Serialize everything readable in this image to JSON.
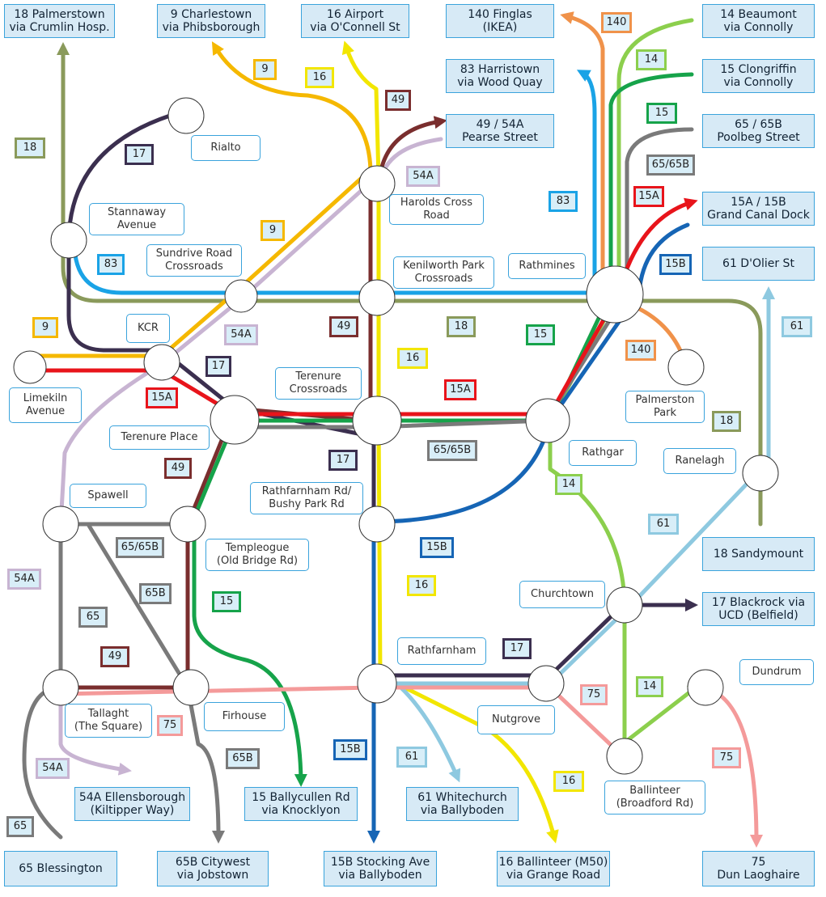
{
  "destinations": [
    {
      "id": "d18",
      "l1": "18 Palmerstown",
      "l2": "via Crumlin Hosp."
    },
    {
      "id": "d9",
      "l1": "9 Charlestown",
      "l2": "via Phibsborough"
    },
    {
      "id": "d16a",
      "l1": "16 Airport",
      "l2": "via O'Connell St"
    },
    {
      "id": "d140",
      "l1": "140 Finglas",
      "l2": "(IKEA)"
    },
    {
      "id": "d14",
      "l1": "14 Beaumont",
      "l2": "via Connolly"
    },
    {
      "id": "d83",
      "l1": "83 Harristown",
      "l2": "via Wood Quay"
    },
    {
      "id": "d15c",
      "l1": "15 Clongriffin",
      "l2": "via Connolly"
    },
    {
      "id": "d4954",
      "l1": "49 / 54A",
      "l2": "Pearse Street"
    },
    {
      "id": "d65p",
      "l1": "65 / 65B",
      "l2": "Poolbeg Street"
    },
    {
      "id": "d15a",
      "l1": "15A / 15B",
      "l2": "Grand Canal Dock"
    },
    {
      "id": "d61",
      "l1": "61 D'Olier St",
      "l2": ""
    },
    {
      "id": "d18s",
      "l1": "18 Sandymount",
      "l2": ""
    },
    {
      "id": "d17b",
      "l1": "17 Blackrock via",
      "l2": "UCD (Belfield)"
    },
    {
      "id": "d54e",
      "l1": "54A Ellensborough",
      "l2": "(Kiltipper Way)"
    },
    {
      "id": "d15b",
      "l1": "15 Ballycullen Rd",
      "l2": "via Knocklyon"
    },
    {
      "id": "d61w",
      "l1": "61 Whitechurch",
      "l2": "via Ballyboden"
    },
    {
      "id": "d65",
      "l1": "65 Blessington",
      "l2": ""
    },
    {
      "id": "d65b",
      "l1": "65B Citywest",
      "l2": "via Jobstown"
    },
    {
      "id": "d15bs",
      "l1": "15B Stocking Ave",
      "l2": "via Ballyboden"
    },
    {
      "id": "d16b",
      "l1": "16 Ballinteer (M50)",
      "l2": "via Grange Road"
    },
    {
      "id": "d75",
      "l1": "75",
      "l2": "Dun Laoghaire"
    }
  ],
  "places": [
    {
      "id": "rialto",
      "l1": "Rialto",
      "l2": ""
    },
    {
      "id": "stannaway",
      "l1": "Stannaway",
      "l2": "Avenue"
    },
    {
      "id": "harolds",
      "l1": "Harolds Cross",
      "l2": "Road"
    },
    {
      "id": "sundrive",
      "l1": "Sundrive Road",
      "l2": "Crossroads"
    },
    {
      "id": "kenilworth",
      "l1": "Kenilworth Park",
      "l2": "Crossroads"
    },
    {
      "id": "rathmines",
      "l1": "Rathmines",
      "l2": ""
    },
    {
      "id": "kcr",
      "l1": "KCR",
      "l2": ""
    },
    {
      "id": "limekiln",
      "l1": "Limekiln",
      "l2": "Avenue"
    },
    {
      "id": "terenurex",
      "l1": "Terenure",
      "l2": "Crossroads"
    },
    {
      "id": "terenurep",
      "l1": "Terenure Place",
      "l2": ""
    },
    {
      "id": "palmerston",
      "l1": "Palmerston",
      "l2": "Park"
    },
    {
      "id": "rathgar",
      "l1": "Rathgar",
      "l2": ""
    },
    {
      "id": "ranelagh",
      "l1": "Ranelagh",
      "l2": ""
    },
    {
      "id": "spawell",
      "l1": "Spawell",
      "l2": ""
    },
    {
      "id": "rathfarnhamrd",
      "l1": "Rathfarnham Rd/",
      "l2": "Bushy Park Rd"
    },
    {
      "id": "templeogue",
      "l1": "Templeogue",
      "l2": "(Old Bridge Rd)"
    },
    {
      "id": "churchtown",
      "l1": "Churchtown",
      "l2": ""
    },
    {
      "id": "rathfarnham",
      "l1": "Rathfarnham",
      "l2": ""
    },
    {
      "id": "dundrum",
      "l1": "Dundrum",
      "l2": ""
    },
    {
      "id": "tallaght",
      "l1": "Tallaght",
      "l2": "(The Square)"
    },
    {
      "id": "firhouse",
      "l1": "Firhouse",
      "l2": ""
    },
    {
      "id": "nutgrove",
      "l1": "Nutgrove",
      "l2": ""
    },
    {
      "id": "ballinteer",
      "l1": "Ballinteer",
      "l2": "(Broadford Rd)"
    }
  ],
  "route_tags": [
    {
      "id": "t18a",
      "label": "18",
      "color": "#8a9a5b"
    },
    {
      "id": "t9a",
      "label": "9",
      "color": "#f5b800"
    },
    {
      "id": "t16a",
      "label": "16",
      "color": "#f2e600"
    },
    {
      "id": "t140a",
      "label": "140",
      "color": "#f0924a"
    },
    {
      "id": "t14a",
      "label": "14",
      "color": "#8ccf4d"
    },
    {
      "id": "t49a",
      "label": "49",
      "color": "#7a2e2e"
    },
    {
      "id": "t15a",
      "label": "15",
      "color": "#16a34a"
    },
    {
      "id": "t17a",
      "label": "17",
      "color": "#3b2f4f"
    },
    {
      "id": "t54aa",
      "label": "54A",
      "color": "#c8b4d2"
    },
    {
      "id": "t6565a",
      "label": "65/65B",
      "color": "#7a7a7a"
    },
    {
      "id": "t83",
      "label": "83",
      "color": "#1aa3e6"
    },
    {
      "id": "t15Aa",
      "label": "15A",
      "color": "#e8141b"
    },
    {
      "id": "t9b",
      "label": "9",
      "color": "#f5b800"
    },
    {
      "id": "t83b",
      "label": "83",
      "color": "#1aa3e6"
    },
    {
      "id": "t15Ba",
      "label": "15B",
      "color": "#1665b5"
    },
    {
      "id": "t9c",
      "label": "9",
      "color": "#f5b800"
    },
    {
      "id": "t54ab",
      "label": "54A",
      "color": "#c8b4d2"
    },
    {
      "id": "t49b",
      "label": "49",
      "color": "#7a2e2e"
    },
    {
      "id": "t18b",
      "label": "18",
      "color": "#8a9a5b"
    },
    {
      "id": "t15b",
      "label": "15",
      "color": "#16a34a"
    },
    {
      "id": "t140b",
      "label": "140",
      "color": "#f0924a"
    },
    {
      "id": "t61a",
      "label": "61",
      "color": "#8ec9e0"
    },
    {
      "id": "t16b",
      "label": "16",
      "color": "#f2e600"
    },
    {
      "id": "t17b",
      "label": "17",
      "color": "#3b2f4f"
    },
    {
      "id": "t15Ab",
      "label": "15A",
      "color": "#e8141b"
    },
    {
      "id": "t15Ac",
      "label": "15A",
      "color": "#e8141b"
    },
    {
      "id": "t6565b",
      "label": "65/65B",
      "color": "#7a7a7a"
    },
    {
      "id": "t18c",
      "label": "18",
      "color": "#8a9a5b"
    },
    {
      "id": "t49c",
      "label": "49",
      "color": "#7a2e2e"
    },
    {
      "id": "t17c",
      "label": "17",
      "color": "#3b2f4f"
    },
    {
      "id": "t14b",
      "label": "14",
      "color": "#8ccf4d"
    },
    {
      "id": "t6565c",
      "label": "65/65B",
      "color": "#7a7a7a"
    },
    {
      "id": "t15Bb",
      "label": "15B",
      "color": "#1665b5"
    },
    {
      "id": "t61b",
      "label": "61",
      "color": "#8ec9e0"
    },
    {
      "id": "t54ac",
      "label": "54A",
      "color": "#c8b4d2"
    },
    {
      "id": "t65Ba",
      "label": "65B",
      "color": "#7a7a7a"
    },
    {
      "id": "t65a",
      "label": "65",
      "color": "#7a7a7a"
    },
    {
      "id": "t15c",
      "label": "15",
      "color": "#16a34a"
    },
    {
      "id": "t16c",
      "label": "16",
      "color": "#f2e600"
    },
    {
      "id": "t17d",
      "label": "17",
      "color": "#3b2f4f"
    },
    {
      "id": "t49d",
      "label": "49",
      "color": "#7a2e2e"
    },
    {
      "id": "t14c",
      "label": "14",
      "color": "#8ccf4d"
    },
    {
      "id": "t75a",
      "label": "75",
      "color": "#f49a9a"
    },
    {
      "id": "t75b",
      "label": "75",
      "color": "#f49a9a"
    },
    {
      "id": "t54ad",
      "label": "54A",
      "color": "#c8b4d2"
    },
    {
      "id": "t15Bc",
      "label": "15B",
      "color": "#1665b5"
    },
    {
      "id": "t61c",
      "label": "61",
      "color": "#8ec9e0"
    },
    {
      "id": "t65Bb",
      "label": "65B",
      "color": "#7a7a7a"
    },
    {
      "id": "t16d",
      "label": "16",
      "color": "#f2e600"
    },
    {
      "id": "t65b",
      "label": "65",
      "color": "#7a7a7a"
    },
    {
      "id": "t75c",
      "label": "75",
      "color": "#f49a9a"
    }
  ],
  "route_colors": {
    "r9": "#f5b800",
    "r14": "#8ccf4d",
    "r15": "#16a34a",
    "r15A": "#e8141b",
    "r15B": "#1665b5",
    "r16": "#f2e600",
    "r17": "#3b2f4f",
    "r18": "#8a9a5b",
    "r49": "#7a2e2e",
    "r54A": "#c8b4d2",
    "r61": "#8ec9e0",
    "r65": "#7a7a7a",
    "r75": "#f49a9a",
    "r83": "#1aa3e6",
    "r140": "#f0924a"
  }
}
